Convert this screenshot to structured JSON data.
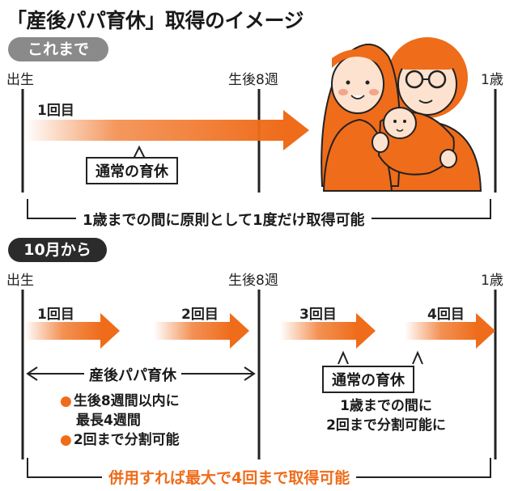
{
  "title": "「産後パパ育休」取得のイメージ",
  "colors": {
    "accent": "#ef6c1a",
    "skin": "#fde2cf",
    "hair": "#ef6c1a"
  },
  "section_before": {
    "badge": "これまで",
    "label_birth": "出生",
    "label_week8": "生後8週",
    "label_age1": "1歳",
    "round1": "1回目",
    "callout": "通常の育休",
    "summary": "1歳までの間に原則として1度だけ取得可能"
  },
  "section_after": {
    "badge": "10月から",
    "label_birth": "出生",
    "label_week8": "生後8週",
    "label_age1": "1歳",
    "round1": "1回目",
    "round2": "2回目",
    "round3": "3回目",
    "round4": "4回目",
    "span_label": "産後パパ育休",
    "note_a_line1": "生後8週間以内に",
    "note_a_line2": "最長4週間",
    "note_b": "2回まで分割可能",
    "callout": "通常の育休",
    "right_note_line1": "1歳までの間に",
    "right_note_line2": "2回まで分割可能に",
    "summary": "併用すれば最大で4回まで取得可能"
  },
  "illustration": {
    "icon": "family-holding-baby-icon"
  }
}
